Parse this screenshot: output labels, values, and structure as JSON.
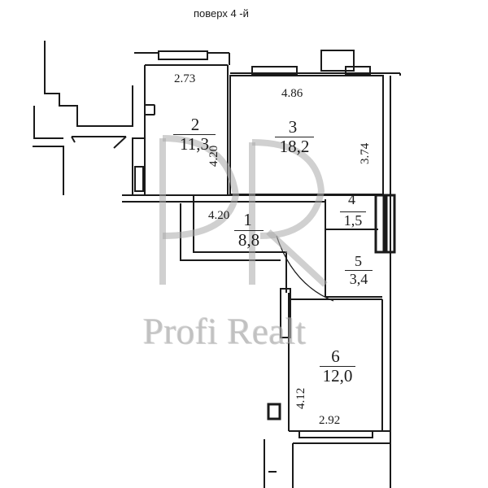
{
  "title": "поверх  4 -й",
  "watermark": {
    "monogram": "PR",
    "text": "Profi Realt"
  },
  "rooms": [
    {
      "number": "1",
      "area": "8,8"
    },
    {
      "number": "2",
      "area": "11,3"
    },
    {
      "number": "3",
      "area": "18,2"
    },
    {
      "number": "4",
      "area": "1,5"
    },
    {
      "number": "5",
      "area": "3,4"
    },
    {
      "number": "6",
      "area": "12,0"
    }
  ],
  "dimensions": {
    "room2_width": "2.73",
    "room2_length": "4.20",
    "room3_width": "4.86",
    "room3_length": "3.74",
    "room1_length": "4.20",
    "room6_length": "4.12",
    "room6_width": "2.92"
  },
  "colors": {
    "line": "#1a1a1a",
    "watermark": "#b4b4b4",
    "background": "#ffffff"
  }
}
